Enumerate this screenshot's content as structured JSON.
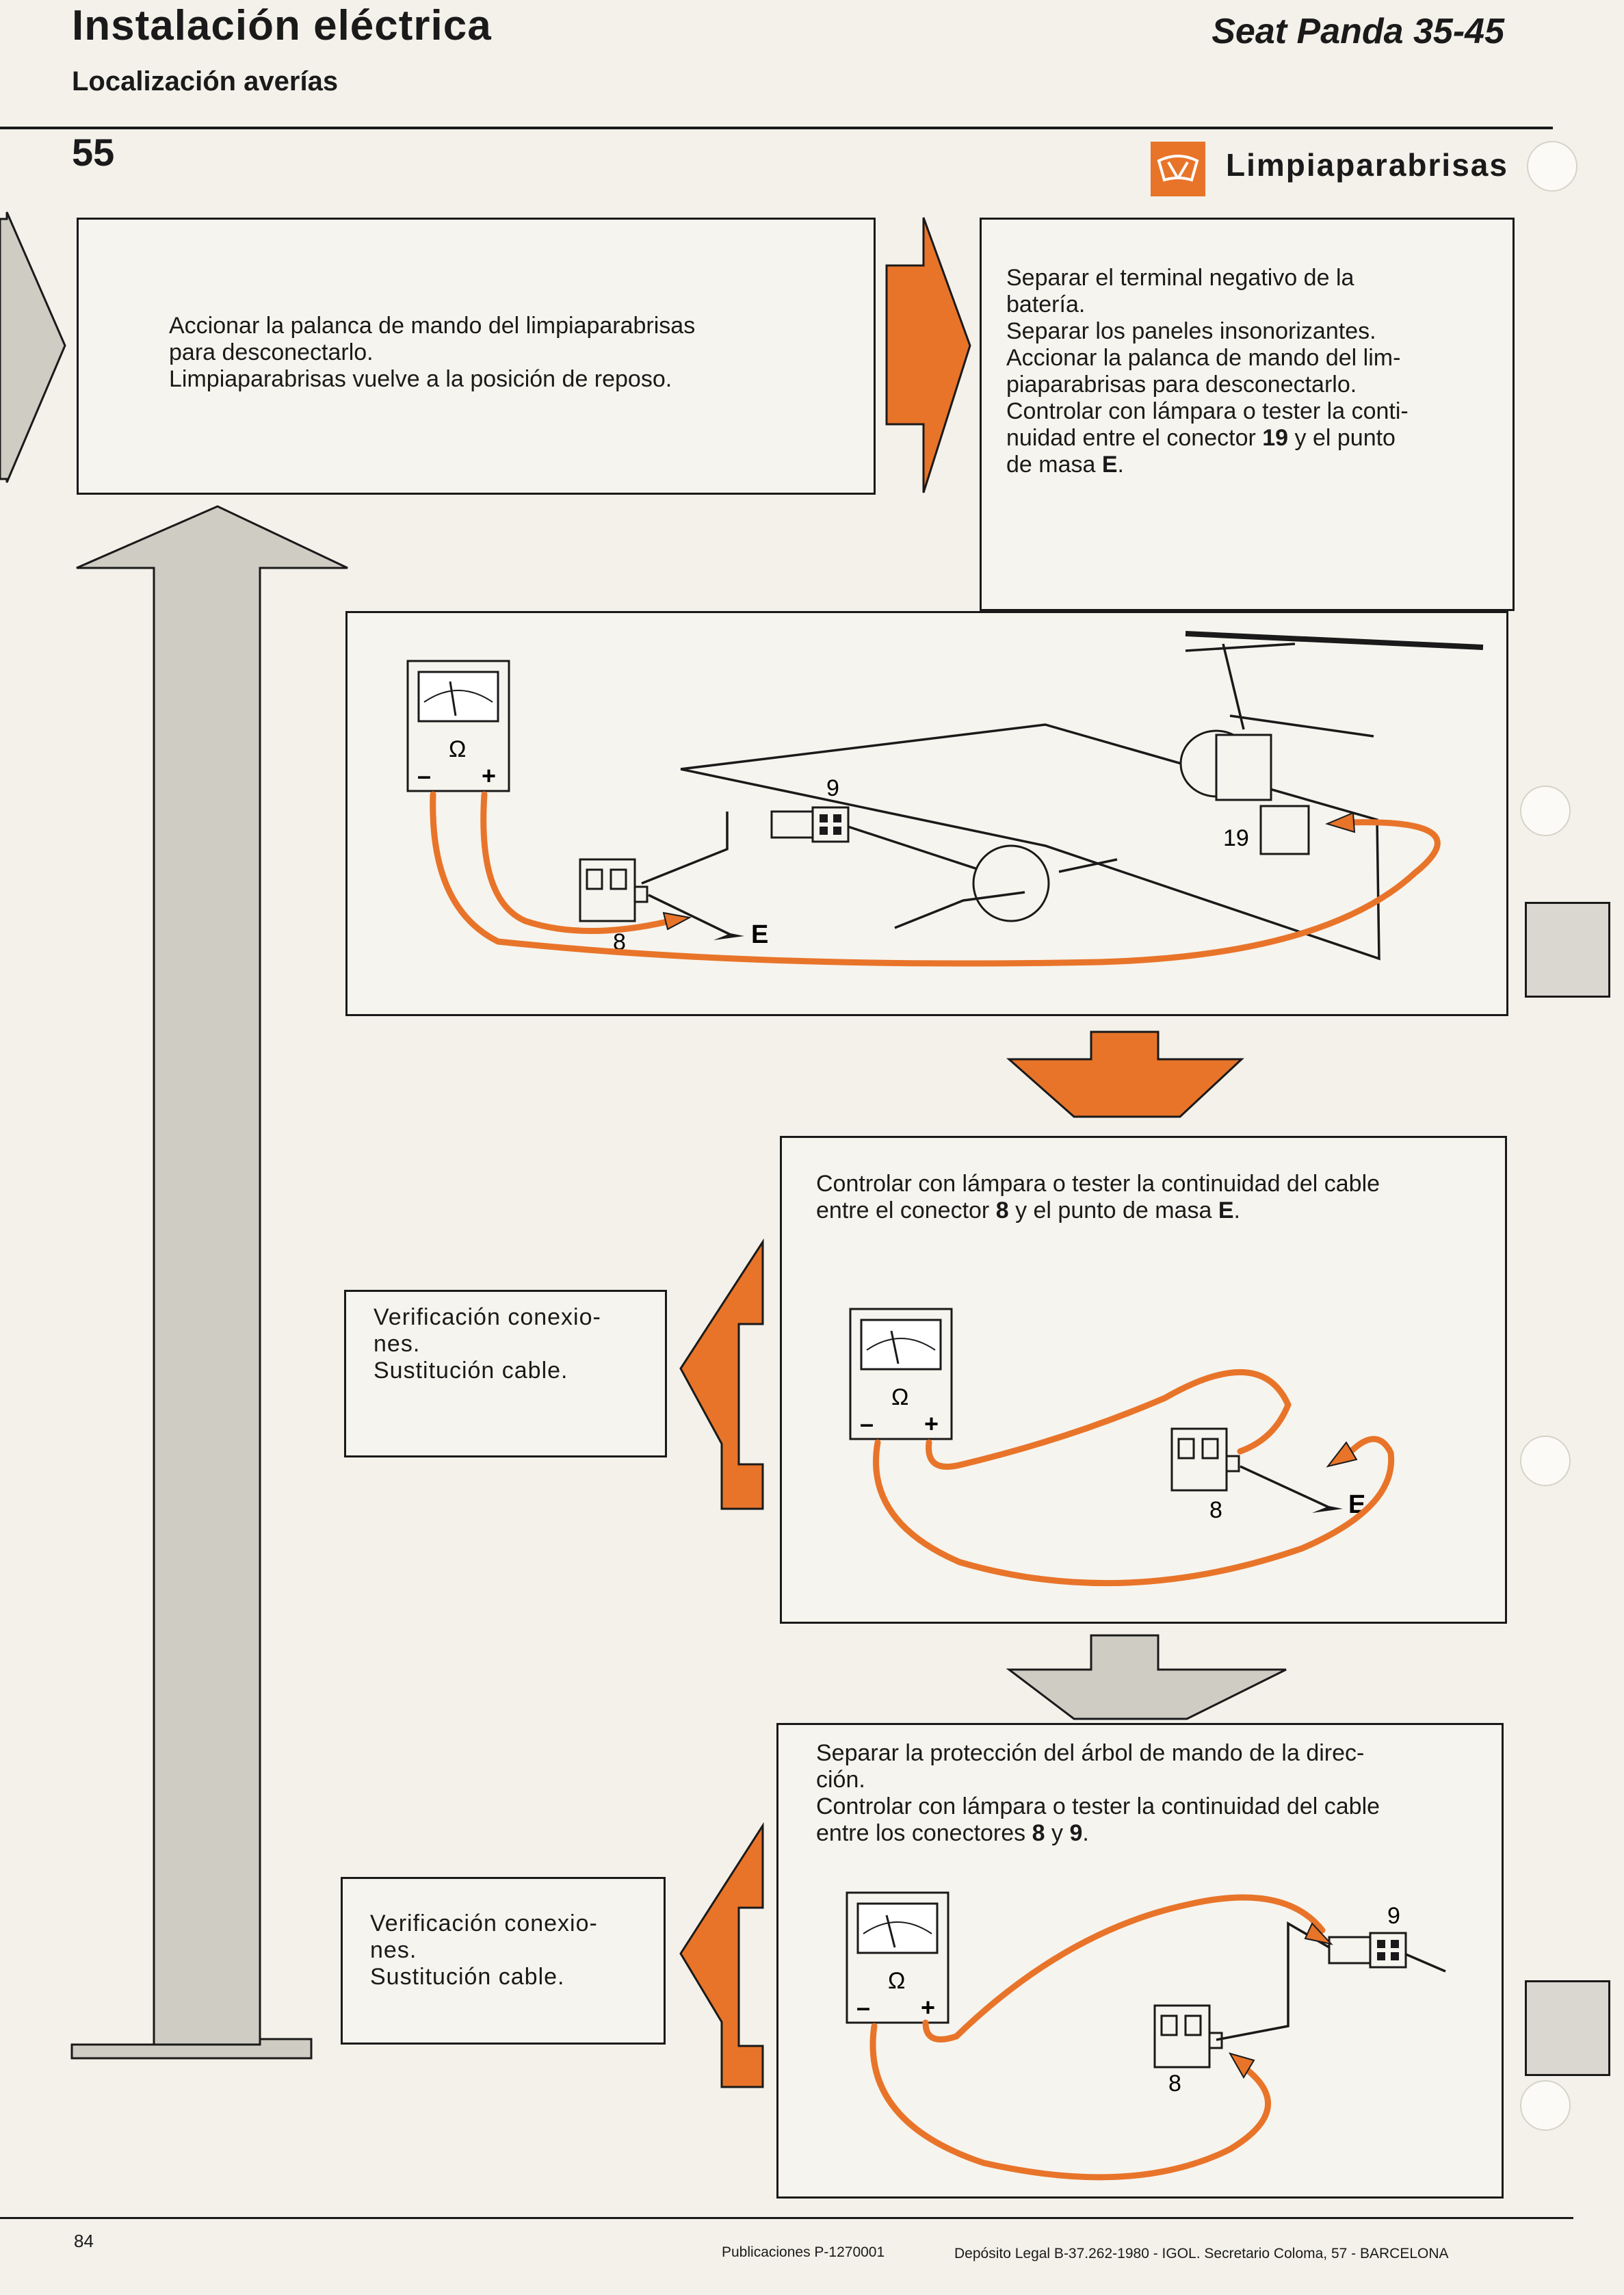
{
  "header": {
    "title": "Instalación eléctrica",
    "subtitle": "Localización averías",
    "brand": "Seat Panda 35-45",
    "page_section_number": "55"
  },
  "section": {
    "title": "Limpiaparabrisas",
    "icon": "windshield-wiper-icon",
    "accent_color": "#e8742a"
  },
  "steps": {
    "step1": "Accionar la palanca de mando del limpiaparabrisas\npara desconectarlo.\nLimpiaparabrisas vuelve a la posición de reposo.",
    "step2": {
      "text_before": "Separar el terminal negativo de la\nbatería.\nSeparar los paneles insonorizantes.\nAccionar la palanca de mando del lim-\npiaparabrisas para desconectarlo.\nControlar con lámpara o tester la conti-\nnuidad entre el conector ",
      "connector": "19",
      "text_middle": " y el punto\nde masa ",
      "ground": "E",
      "text_after": "."
    },
    "step3": {
      "text_before": "Controlar con lámpara o tester la continuidad del cable\nentre el conector ",
      "connector": "8",
      "text_middle": " y el punto de masa ",
      "ground": "E",
      "text_after": "."
    },
    "step4": {
      "text_before": "Separar la protección del árbol de mando de la direc-\nción.\nControlar con lámpara o tester la continuidad del cable\nentre los conectores ",
      "connector_a": "8",
      "text_middle": " y ",
      "connector_b": "9",
      "text_after": "."
    },
    "fail1": "Verificación conexio-\nnes.\nSustitución cable.",
    "fail2": "Verificación conexio-\nnes.\nSustitución cable."
  },
  "diagram_labels": {
    "ohm": "Ω",
    "minus": "–",
    "plus": "+",
    "c9": "9",
    "c8": "8",
    "c19": "19",
    "ground": "E"
  },
  "footer": {
    "page": "84",
    "publication": "Publicaciones P-1270001",
    "deposit": "Depósito Legal B-37.262-1980 - IGOL. Secretario Coloma, 57 - BARCELONA"
  }
}
